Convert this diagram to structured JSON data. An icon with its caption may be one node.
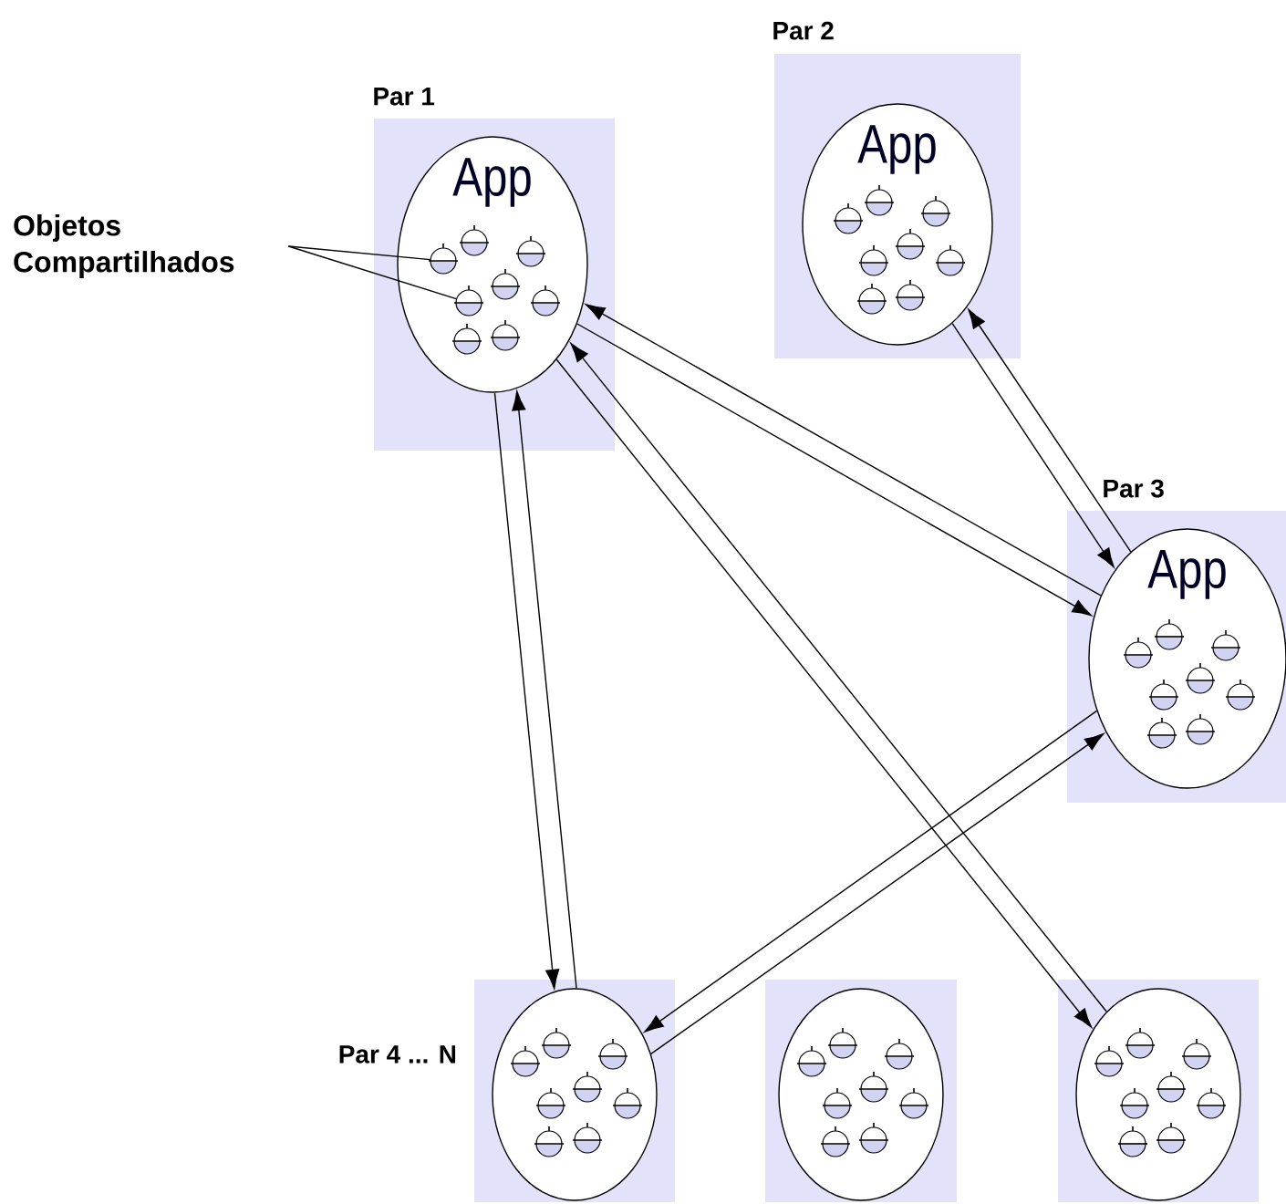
{
  "diagram": {
    "nodes": [
      {
        "text": [
          "Par 1"
        ]
      },
      {
        "text": [
          "App"
        ],
        "in": 0
      },
      {
        "text": [],
        "shape": "circle",
        "in": 1
      },
      {
        "text": [],
        "shape": "circle",
        "in": 1
      },
      {
        "text": [
          "Objetos Compartilhados"
        ]
      },
      {
        "text": [
          "Par 2"
        ]
      },
      {
        "text": [
          "App"
        ],
        "in": 5
      },
      {
        "text": [
          "Par 3"
        ]
      },
      {
        "text": [
          "App"
        ],
        "in": 7
      },
      {
        "text": [],
        "shape": "box",
        "beside": [
          "Par 4 ... N"
        ]
      },
      {
        "text": [],
        "shape": "ellipse",
        "in": 9
      },
      {
        "text": [],
        "shape": "box"
      },
      {
        "text": [],
        "shape": "ellipse",
        "in": 11
      },
      {
        "text": [],
        "shape": "box"
      },
      {
        "text": [],
        "shape": "ellipse",
        "in": 13
      }
    ],
    "edges": [
      {
        "from": 4,
        "to": 2,
        "arrow": "none"
      },
      {
        "from": 4,
        "to": 3,
        "arrow": "none"
      },
      {
        "from": 8,
        "to": 1,
        "arrow": "to"
      },
      {
        "from": 1,
        "to": 8,
        "arrow": "to"
      },
      {
        "from": 8,
        "to": 6,
        "arrow": "to"
      },
      {
        "from": 6,
        "to": 8,
        "arrow": "to"
      },
      {
        "from": 10,
        "to": 1,
        "arrow": "to"
      },
      {
        "from": 1,
        "to": 10,
        "arrow": "to"
      },
      {
        "from": 14,
        "to": 1,
        "arrow": "to"
      },
      {
        "from": 1,
        "to": 14,
        "arrow": "to"
      },
      {
        "from": 10,
        "to": 8,
        "arrow": "to"
      },
      {
        "from": 8,
        "to": 10,
        "arrow": "to"
      }
    ]
  }
}
